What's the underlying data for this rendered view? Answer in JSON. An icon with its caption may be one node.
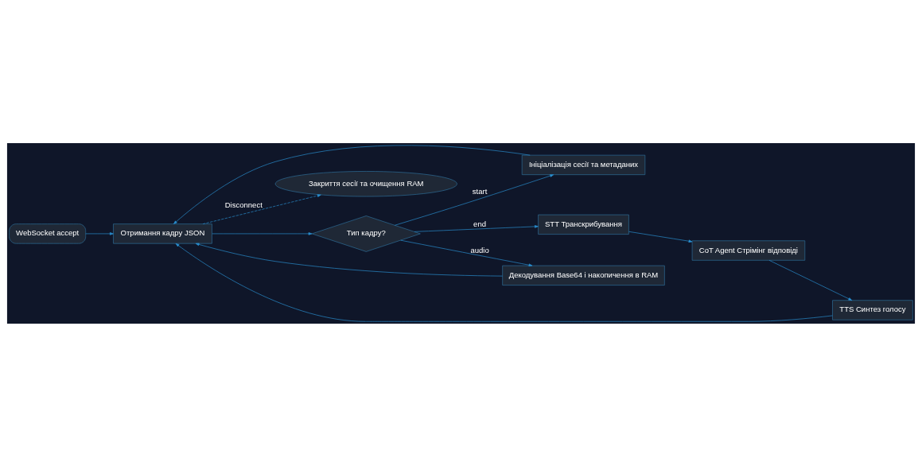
{
  "diagram": {
    "nodes": [
      {
        "text": [
          "WebSocket accept"
        ]
      },
      {
        "text": [
          "Отримання кадру JSON"
        ]
      },
      {
        "text": [
          "Тип кадру?"
        ]
      },
      {
        "text": [
          "Ініціалізація сесії та метаданих"
        ]
      },
      {
        "text": [
          "Закриття сесії та очищення RAM"
        ]
      },
      {
        "text": [
          "Декодування Base64 і накопичення в RAM"
        ]
      },
      {
        "text": [
          "STT Транскрибування"
        ]
      },
      {
        "text": [
          "CoT Agent Стрімінг відповіді"
        ]
      },
      {
        "text": [
          "TTS Синтез голосу"
        ]
      }
    ],
    "edges": [
      {
        "from": 0,
        "to": 1,
        "arrow": "to"
      },
      {
        "from": 1,
        "to": 2,
        "arrow": "to"
      },
      {
        "from": 2,
        "to": 3,
        "arrow": "to",
        "label": "start"
      },
      {
        "from": 1,
        "to": 4,
        "arrow": "to",
        "label": "Disconnect",
        "style": "dashed"
      },
      {
        "from": 3,
        "to": 1,
        "arrow": "to"
      },
      {
        "from": 2,
        "to": 5,
        "arrow": "to",
        "label": "audio"
      },
      {
        "from": 5,
        "to": 1,
        "arrow": "to"
      },
      {
        "from": 2,
        "to": 6,
        "arrow": "to",
        "label": "end"
      },
      {
        "from": 6,
        "to": 7,
        "arrow": "to"
      },
      {
        "from": 7,
        "to": 8,
        "arrow": "to"
      },
      {
        "from": 8,
        "to": 1,
        "arrow": "to"
      }
    ]
  }
}
